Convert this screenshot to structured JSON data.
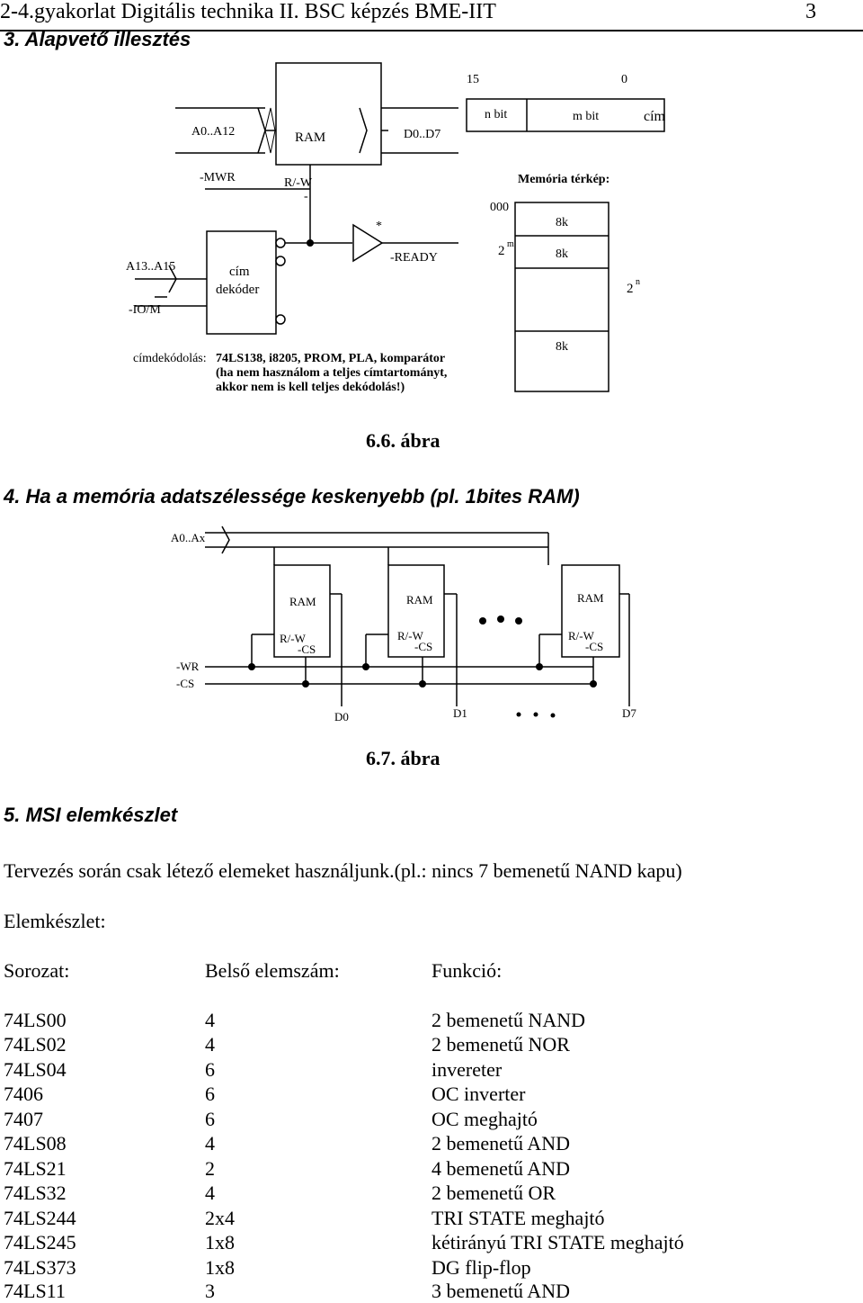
{
  "header": {
    "title": "2-4.gyakorlat Digitális technika II. BSC képzés BME-IIT",
    "page_number": "3"
  },
  "section3": {
    "heading": "3. Alapvető illesztés"
  },
  "figure66": {
    "labels": {
      "a0_a12": "A0..A12",
      "ram": "RAM",
      "d0_d7": "D0..D7",
      "mwr": "-MWR",
      "rw": "R/-W",
      "rw_dash": "-",
      "star": "*",
      "ready": "-READY",
      "a13_a15": "A13..A15",
      "io_m": "-IO/M",
      "decoder_line1": "cím",
      "decoder_line2": "dekóder",
      "decoding_label": "címdekódolás:",
      "decoding_line1": "74LS138, i8205, PROM, PLA, komparátor",
      "decoding_line2": "(ha nem használom a teljes címtartományt,",
      "decoding_line3": "akkor nem is kell teljes dekódolás!)",
      "bit15": "15",
      "bit0": "0",
      "n_bit": "n bit",
      "m_bit": "m bit",
      "cim": "cím",
      "memmap_title": "Memória térkép:",
      "addr000": "000",
      "two_m_base": "2",
      "two_m_exp": "m",
      "two_n_base": "2",
      "two_n_exp": "n",
      "k8_a": "8k",
      "k8_b": "8k",
      "k8_c": "8k"
    },
    "caption": "6.6. ábra"
  },
  "section4": {
    "heading": "4. Ha a memória adatszélessége keskenyebb (pl. 1bites RAM)"
  },
  "figure67": {
    "labels": {
      "a0_ax": "A0..Ax",
      "ram1": "RAM",
      "ram2": "RAM",
      "ram3": "RAM",
      "rw1": "R/-W",
      "cs1": "-CS",
      "rw2": "R/-W",
      "cs2": "-CS",
      "rw3": "R/-W",
      "cs3": "-CS",
      "wr": "-WR",
      "cs": "-CS",
      "d0": "D0",
      "d1": "D1",
      "d7": "D7"
    },
    "caption": "6.7. ábra"
  },
  "section5": {
    "heading": "5. MSI elemkészlet",
    "intro": "Tervezés során csak létező elemeket használjunk.(pl.: nincs 7 bemenetű NAND kapu)",
    "elemkeszlet": "Elemkészlet:",
    "table": {
      "headers": [
        "Sorozat:",
        "Belső elemszám:",
        "Funkció:"
      ],
      "rows": [
        [
          "74LS00",
          "4",
          "2 bemenetű NAND"
        ],
        [
          "74LS02",
          "4",
          "2 bemenetű NOR"
        ],
        [
          "74LS04",
          "6",
          "invereter"
        ],
        [
          "7406",
          "6",
          "OC inverter"
        ],
        [
          "7407",
          "6",
          "OC meghajtó"
        ],
        [
          "74LS08",
          "4",
          "2 bemenetű AND"
        ],
        [
          "74LS21",
          "2",
          "4 bemenetű AND"
        ],
        [
          "74LS32",
          "4",
          "2 bemenetű OR"
        ],
        [
          "74LS244",
          "2x4",
          "TRI STATE meghajtó"
        ],
        [
          "74LS245",
          "1x8",
          "kétirányú TRI STATE meghajtó"
        ],
        [
          "74LS373",
          "1x8",
          "DG flip-flop"
        ],
        [
          "74LS11",
          "3",
          "3 bemenetű AND"
        ]
      ]
    }
  }
}
